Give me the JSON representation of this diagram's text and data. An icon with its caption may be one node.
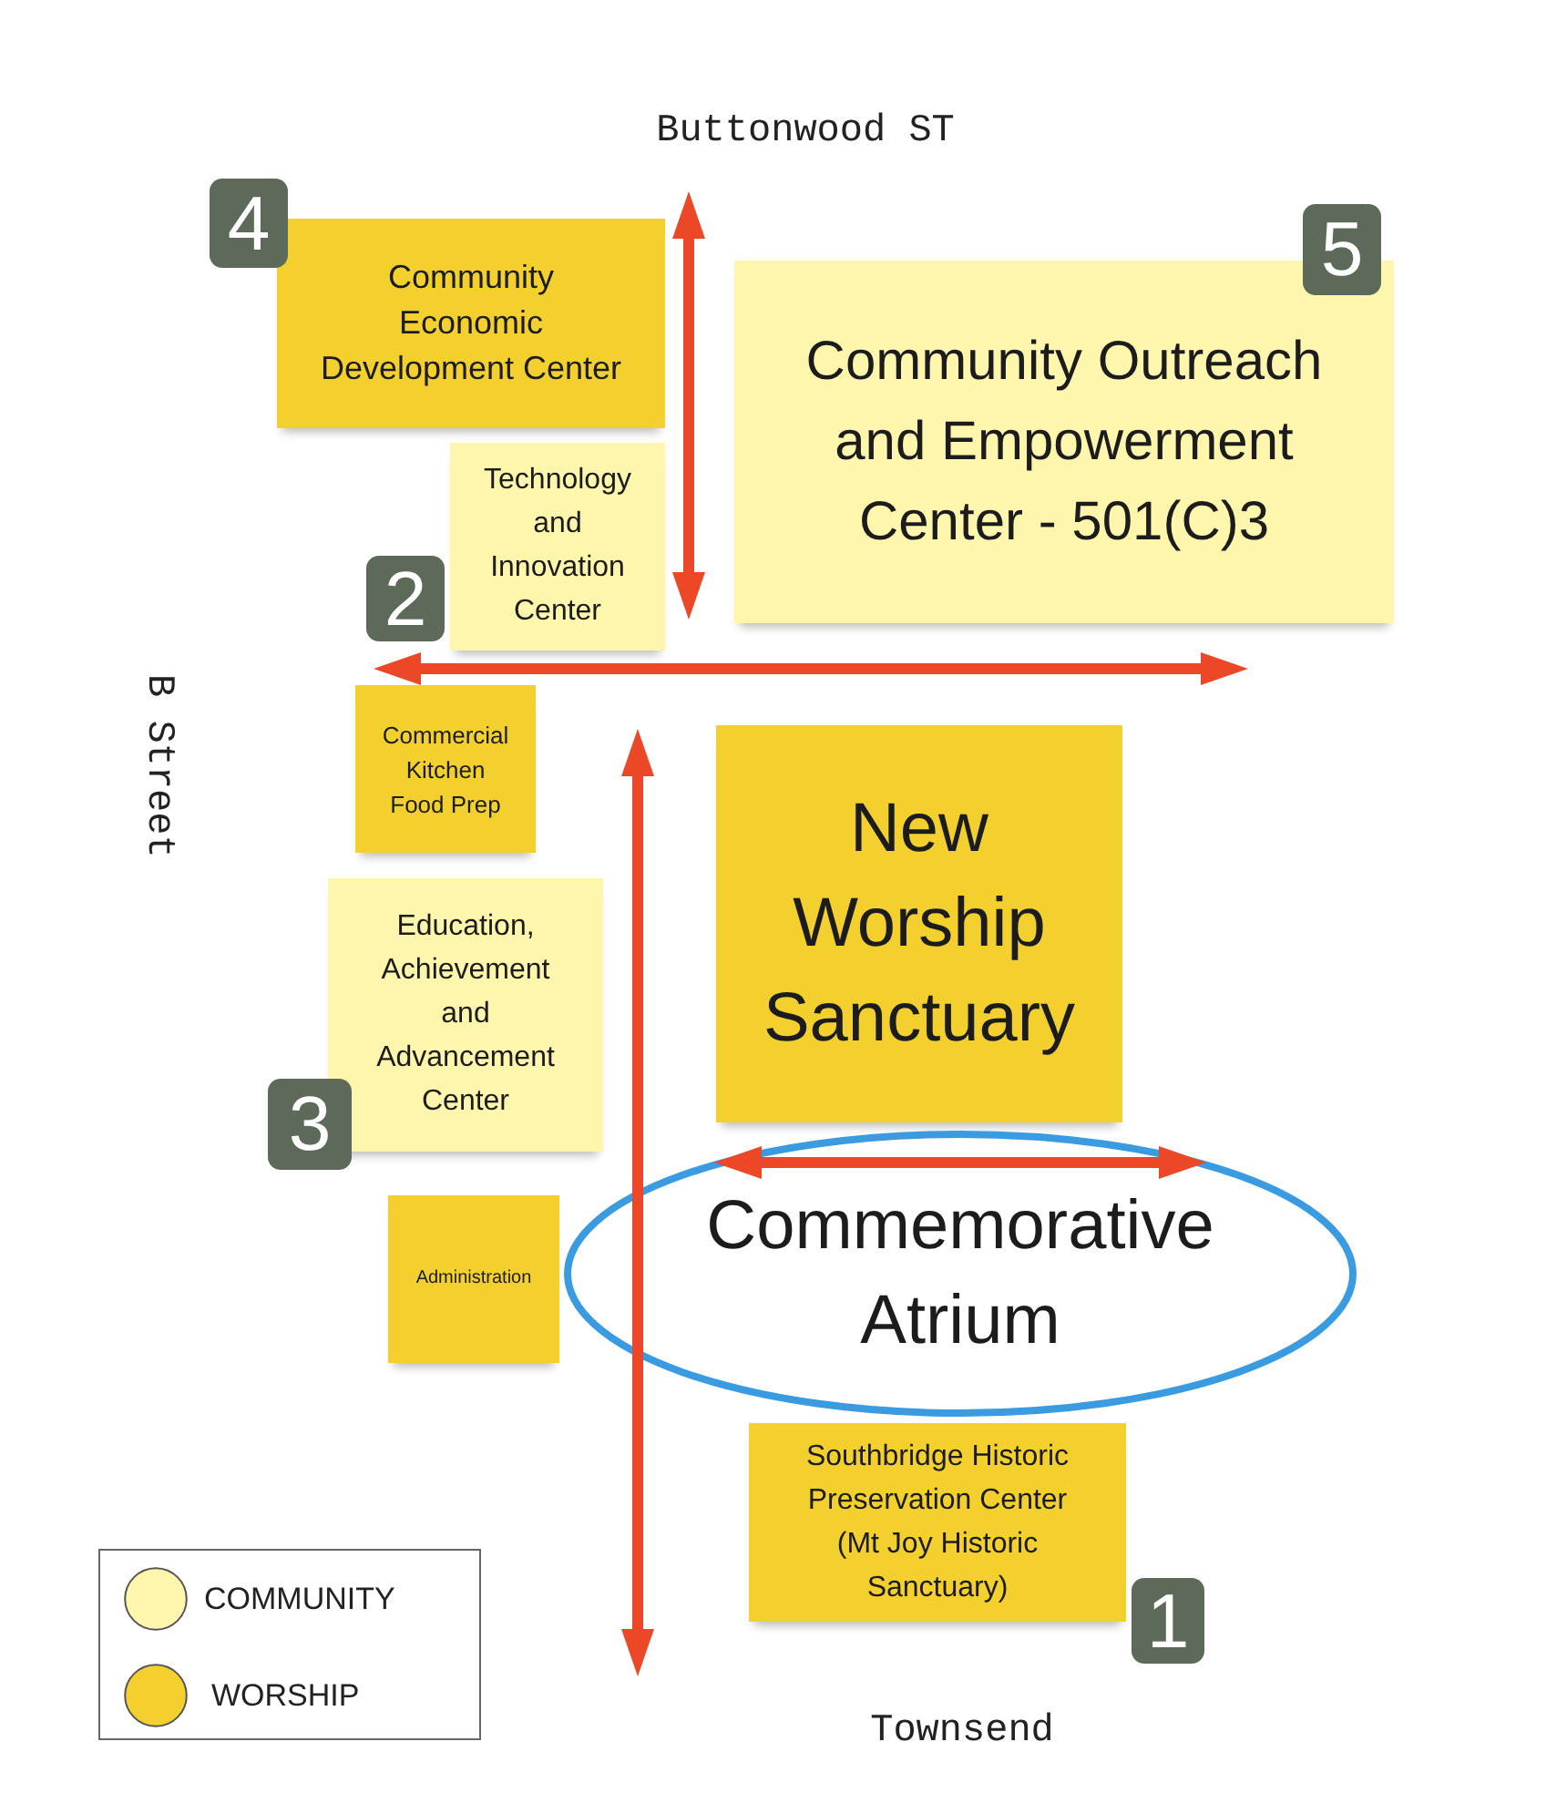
{
  "diagram": {
    "nodes": [
      {
        "text": [
          "Community Economic Development Center"
        ],
        "beside": [
          "4"
        ]
      },
      {
        "text": [
          "Community Outreach and Empowerment Center - 501(C)3"
        ],
        "beside": [
          "5"
        ]
      },
      {
        "text": [
          "Technology and Innovation Center"
        ],
        "beside": [
          "2"
        ]
      },
      {
        "text": [
          "Commercial Kitchen Food Prep"
        ]
      },
      {
        "text": [
          "New Worship Sanctuary"
        ]
      },
      {
        "text": [
          "Education, Achievement and Advancement Center"
        ],
        "beside": [
          "3"
        ]
      },
      {
        "text": [
          "Administration"
        ]
      },
      {
        "text": [
          "Commemorative Atrium"
        ]
      },
      {
        "text": [
          "Southbridge Historic Preservation Center (Mt Joy Historic Sanctuary)"
        ],
        "beside": [
          "1"
        ]
      }
    ],
    "labels": [
      "Buttonwood ST",
      "B Street",
      "Townsend"
    ],
    "legend": [
      {
        "text": "COMMUNITY",
        "color": "#fff6ad"
      },
      {
        "text": "WORSHIP",
        "color": "#f3d02e"
      }
    ]
  }
}
